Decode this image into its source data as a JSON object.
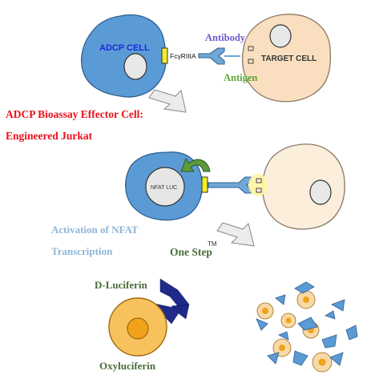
{
  "labels": {
    "adcp_cell": "ADCP CELL",
    "receptor": "FcγRIIIA",
    "antibody": "Antibody",
    "target_cell": "TARGET CELL",
    "antigen": "Antigen",
    "effector_line1": "ADCP Bioassay Effector Cell:",
    "effector_line2": "Engineered Jurkat",
    "nfat_luc": "NFAT LUC",
    "activation_line1": "Activation of NFAT",
    "activation_line2": "Transcription",
    "one_step": "One Step",
    "trademark": "TM",
    "d_luciferin": "D-Luciferin",
    "oxyluciferin": "Oxyluciferin"
  },
  "colors": {
    "effector_blue": "#5b9bd5",
    "target_peach": "#f9dfbf",
    "receptor_yellow": "#f2ec2a",
    "antibody_blue": "#6fa8d6",
    "antibody_label": "#6a5acd",
    "antigen_label": "#5aa832",
    "red_heading": "#e8101a",
    "light_blue_text": "#8fb5d8",
    "green_arrow": "#5a9a3c",
    "navy_arrow": "#1f2a8a",
    "luciferase_orange": "#f7b54a",
    "luciferase_core": "#f0a21a"
  }
}
